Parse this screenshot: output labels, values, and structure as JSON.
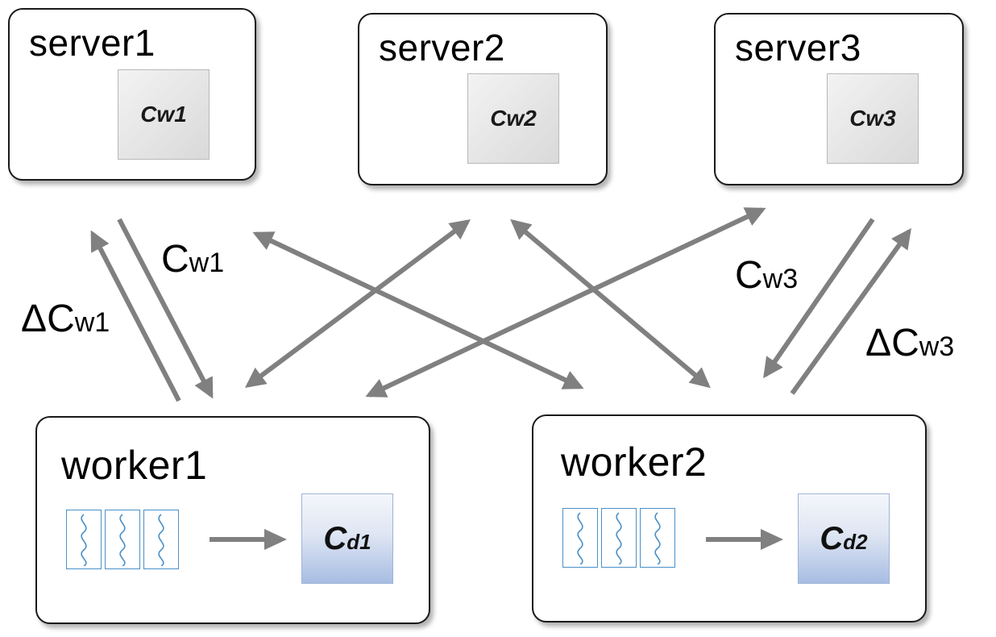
{
  "servers": [
    {
      "title": "server1",
      "param": "Cw1"
    },
    {
      "title": "server2",
      "param": "Cw2"
    },
    {
      "title": "server3",
      "param": "Cw3"
    }
  ],
  "workers": [
    {
      "title": "worker1",
      "param_main": "C",
      "param_sub": "d1"
    },
    {
      "title": "worker2",
      "param_main": "C",
      "param_sub": "d2"
    }
  ],
  "edge_labels": {
    "pull1": {
      "main": "C",
      "sub": "w1"
    },
    "push1": {
      "main": "ΔC",
      "sub": "w1"
    },
    "pull3": {
      "main": "C",
      "sub": "w3"
    },
    "push3": {
      "main": "ΔC",
      "sub": "w3"
    }
  },
  "colors": {
    "arrow": "#808080",
    "doc_border": "#4a90c8",
    "doc_wave": "#4a90c8",
    "node_border": "#1a1a1a"
  },
  "icons": {
    "document": "document-wave-icon",
    "arrow": "arrow-right-icon"
  }
}
